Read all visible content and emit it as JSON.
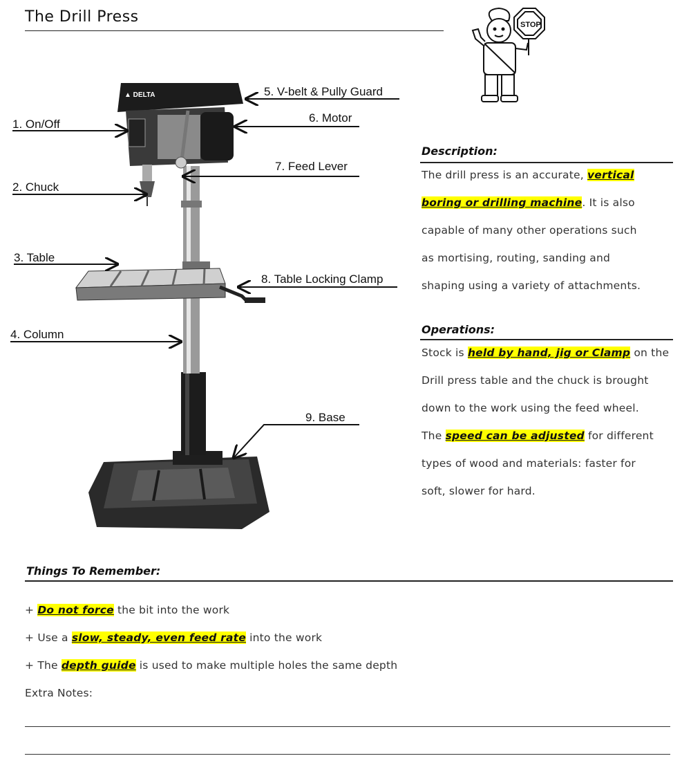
{
  "title": "The Drill Press",
  "labels": [
    "1. On/Off",
    "2. Chuck",
    "3. Table",
    "4. Column",
    "5. V-belt & Pully Guard",
    "6. Motor",
    "7. Feed Lever",
    "8. Table Locking Clamp",
    "9. Base"
  ],
  "brand": "DELTA",
  "stop_sign": "STOP",
  "description": {
    "heading": "Description:",
    "lines": [
      [
        {
          "t": "The drill press is an accurate, "
        },
        {
          "t": "vertical",
          "hl": true
        }
      ],
      [
        {
          "t": "boring or drilling machine",
          "hl": true
        },
        {
          "t": ". It is also"
        }
      ],
      [
        {
          "t": "capable of many other operations such"
        }
      ],
      [
        {
          "t": "as mortising, routing, sanding and"
        }
      ],
      [
        {
          "t": "shaping using a variety of attachments."
        }
      ]
    ]
  },
  "operations": {
    "heading": "Operations:",
    "lines": [
      [
        {
          "t": "Stock is "
        },
        {
          "t": "held by hand, jig or Clamp",
          "hl": true
        },
        {
          "t": " on the"
        }
      ],
      [
        {
          "t": "Drill press table and the chuck is brought"
        }
      ],
      [
        {
          "t": "down to the work using the feed wheel."
        }
      ],
      [
        {
          "t": "The "
        },
        {
          "t": "speed can be adjusted",
          "hl": true
        },
        {
          "t": " for different"
        }
      ],
      [
        {
          "t": "types of wood and materials: faster for"
        }
      ],
      [
        {
          "t": "soft, slower for hard."
        }
      ]
    ]
  },
  "remember": {
    "heading": "Things To Remember:",
    "lines": [
      [
        {
          "t": "+   "
        },
        {
          "t": "Do not force",
          "hl": true
        },
        {
          "t": " the bit into the work"
        }
      ],
      [
        {
          "t": "+   Use a "
        },
        {
          "t": "slow, steady, even feed rate",
          "hl": true
        },
        {
          "t": " into the work"
        }
      ],
      [
        {
          "t": "+   The "
        },
        {
          "t": "depth guide",
          "hl": true
        },
        {
          "t": " is used to make multiple holes the same depth"
        }
      ]
    ],
    "extra_notes": "Extra Notes:"
  },
  "colors": {
    "highlight": "#ffff00"
  }
}
